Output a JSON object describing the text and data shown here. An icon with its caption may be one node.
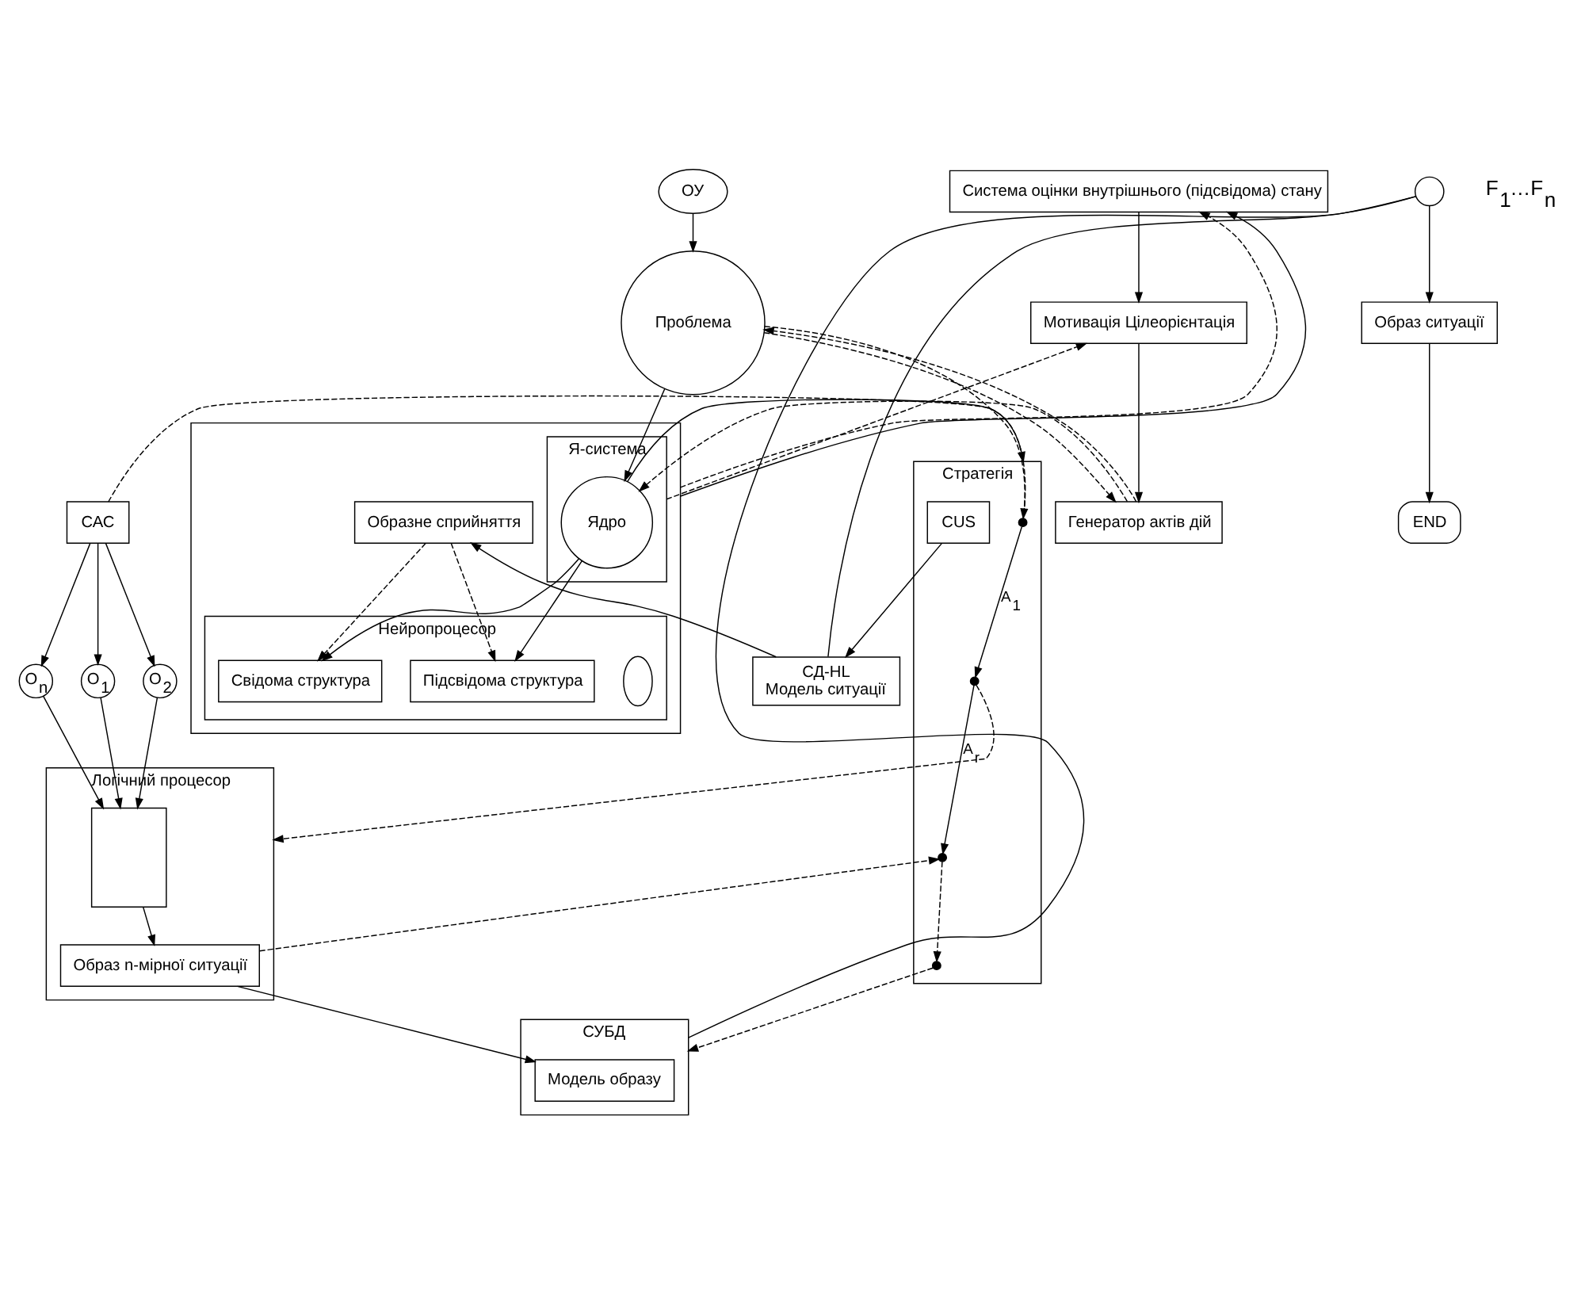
{
  "diagram": {
    "nodes": [
      {
        "text": [
          "САС"
        ]
      },
      {
        "text": [
          "O$_{1}$"
        ]
      },
      {
        "text": [
          "O$_{2}$"
        ]
      },
      {
        "text": [
          "O$_{n}$"
        ]
      },
      {
        "text": [
          "Логічний процесор"
        ]
      },
      {
        "text": [],
        "shape": "box",
        "in": 4
      },
      {
        "text": [
          "Образ n-мірної ситуації"
        ],
        "in": 4
      },
      {
        "text": [
          "СУБД"
        ]
      },
      {
        "text": [
          "Модель образу"
        ],
        "in": 7
      },
      {
        "text": [
          "ОУ"
        ]
      },
      {
        "text": [
          "Проблема"
        ]
      },
      {
        "text": [
          "Стратегія"
        ]
      },
      {
        "text": [],
        "shape": "dot",
        "in": 11
      },
      {
        "text": [],
        "shape": "dot",
        "in": 11
      },
      {
        "text": [],
        "shape": "dot",
        "in": 11
      },
      {
        "text": [],
        "shape": "dot",
        "in": 11
      },
      {
        "text": [
          "CUS"
        ],
        "in": 11
      },
      {
        "text": [
          "СД-HL",
          "Модель ситуації"
        ]
      },
      {
        "text": [],
        "shape": "circle"
      },
      {
        "text": [],
        "shape": "box"
      },
      {
        "text": [
          "Я-система"
        ],
        "in": 19
      },
      {
        "text": [
          "Ядро"
        ],
        "in": 20
      },
      {
        "text": [
          "Нейропроцесор"
        ],
        "in": 19
      },
      {
        "text": [],
        "shape": "ellipse",
        "in": 22
      },
      {
        "text": [
          "Свідома структура"
        ],
        "in": 22
      },
      {
        "text": [
          "Підсвідома структура"
        ],
        "in": 22
      },
      {
        "text": [
          "Образне сприйняття"
        ],
        "in": 19
      },
      {
        "text": [
          "Генератор актів дій"
        ]
      },
      {
        "text": [
          "Мотивація Цілеорієнтація"
        ]
      },
      {
        "text": [
          "Система оцінки внутрішнього (підсвідома) стану"
        ]
      },
      {
        "text": [
          "END"
        ]
      },
      {
        "text": [
          "Образ ситуації"
        ]
      }
    ],
    "edges": [
      {
        "from": 0,
        "to": 1,
        "arrow": "to"
      },
      {
        "from": 0,
        "to": 2,
        "arrow": "to"
      },
      {
        "from": 0,
        "to": 3,
        "arrow": "to"
      },
      {
        "from": 1,
        "to": 5,
        "arrow": "to"
      },
      {
        "from": 2,
        "to": 5,
        "arrow": "to"
      },
      {
        "from": 3,
        "to": 5,
        "arrow": "to"
      },
      {
        "from": 5,
        "to": 6,
        "arrow": "to"
      },
      {
        "from": 6,
        "to": 8,
        "arrow": "to"
      },
      {
        "from": 9,
        "to": 10,
        "arrow": "to"
      },
      {
        "from": 10,
        "to": 12,
        "arrow": "to",
        "style": "dashed"
      },
      {
        "from": 12,
        "to": 13,
        "arrow": "to",
        "label": "A$_{1}$"
      },
      {
        "from": 13,
        "to": 14,
        "arrow": "to",
        "label": "A$_{r}$"
      },
      {
        "from": 14,
        "to": 15,
        "arrow": "to",
        "style": "dashed"
      },
      {
        "from": 0,
        "to": 12,
        "arrow": "none",
        "style": "dashed"
      },
      {
        "from": 13,
        "to": 4,
        "arrow": "to",
        "style": "dashed"
      },
      {
        "from": 6,
        "to": 14,
        "arrow": "to",
        "style": "dashed"
      },
      {
        "from": 15,
        "to": 7,
        "arrow": "to",
        "style": "dashed"
      },
      {
        "from": 16,
        "to": 17,
        "arrow": "to"
      },
      {
        "from": 17,
        "to": 26,
        "arrow": "to"
      },
      {
        "from": 17,
        "to": 18,
        "arrow": "none"
      },
      {
        "from": 7,
        "to": 18,
        "arrow": "none"
      },
      {
        "from": 18,
        "to": 31,
        "arrow": "to"
      },
      {
        "from": 21,
        "to": 11,
        "arrow": "to"
      },
      {
        "from": 10,
        "to": 27,
        "arrow": "to",
        "style": "dashed"
      },
      {
        "from": 27,
        "to": 10,
        "arrow": "to",
        "style": "dashed"
      },
      {
        "from": 10,
        "to": 21,
        "arrow": "to"
      },
      {
        "from": 27,
        "to": 21,
        "arrow": "to",
        "style": "dashed"
      },
      {
        "from": 26,
        "to": 24,
        "arrow": "to",
        "style": "dashed"
      },
      {
        "from": 26,
        "to": 25,
        "arrow": "to",
        "style": "dashed"
      },
      {
        "from": 21,
        "to": 24,
        "arrow": "to"
      },
      {
        "from": 21,
        "to": 25,
        "arrow": "to"
      },
      {
        "from": 20,
        "to": 28,
        "arrow": "to",
        "style": "dashed"
      },
      {
        "from": 19,
        "to": 29,
        "arrow": "to",
        "style": "dashed"
      },
      {
        "from": 19,
        "to": 29,
        "arrow": "to"
      },
      {
        "from": 29,
        "to": 28,
        "arrow": "to"
      },
      {
        "from": 28,
        "to": 27,
        "arrow": "to"
      },
      {
        "from": 31,
        "to": 30,
        "arrow": "to"
      }
    ],
    "labels": [
      "F$_{1}$…F$_{n}$"
    ]
  }
}
